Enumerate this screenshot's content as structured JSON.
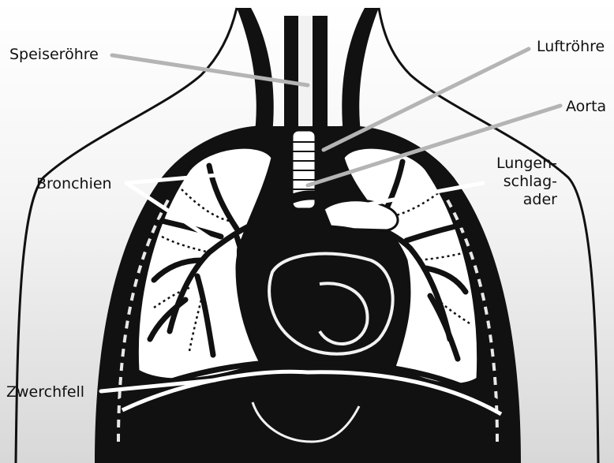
{
  "figure": {
    "labels": {
      "esophagus": "Speiseröhre",
      "trachea": "Luftröhre",
      "aorta": "Aorta",
      "pulmonary_artery": [
        "Lungen-",
        "schlag-",
        "ader"
      ],
      "bronchi": "Bronchien",
      "diaphragm": "Zwerchfell"
    }
  }
}
